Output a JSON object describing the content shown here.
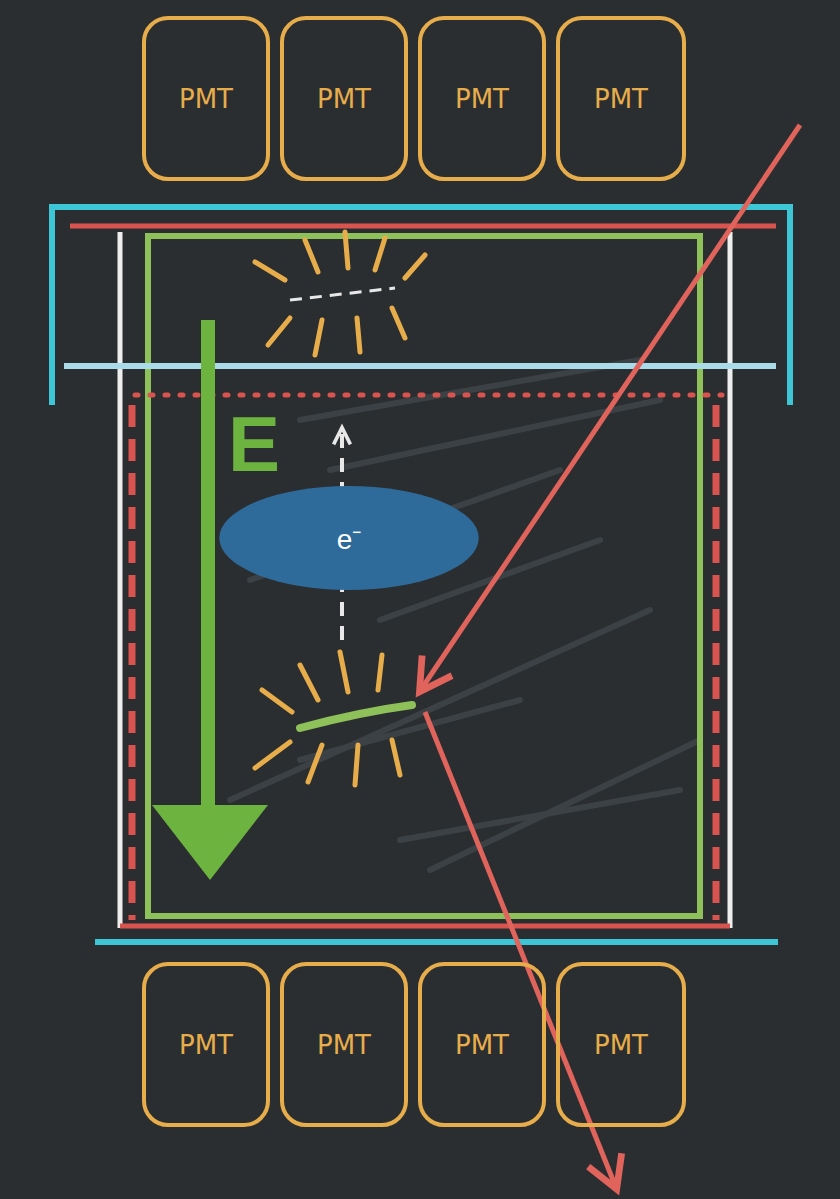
{
  "diagram": {
    "nodes": [
      {
        "text": [
          "PMT"
        ]
      },
      {
        "text": [
          "PMT"
        ]
      },
      {
        "text": [
          "PMT"
        ]
      },
      {
        "text": [
          "PMT"
        ]
      },
      {
        "text": [
          "e⁻"
        ]
      },
      {
        "text": [
          "PMT"
        ]
      },
      {
        "text": [
          "PMT"
        ]
      },
      {
        "text": [
          "PMT"
        ]
      },
      {
        "text": [
          "PMT"
        ]
      }
    ],
    "labels": [
      "E"
    ]
  }
}
